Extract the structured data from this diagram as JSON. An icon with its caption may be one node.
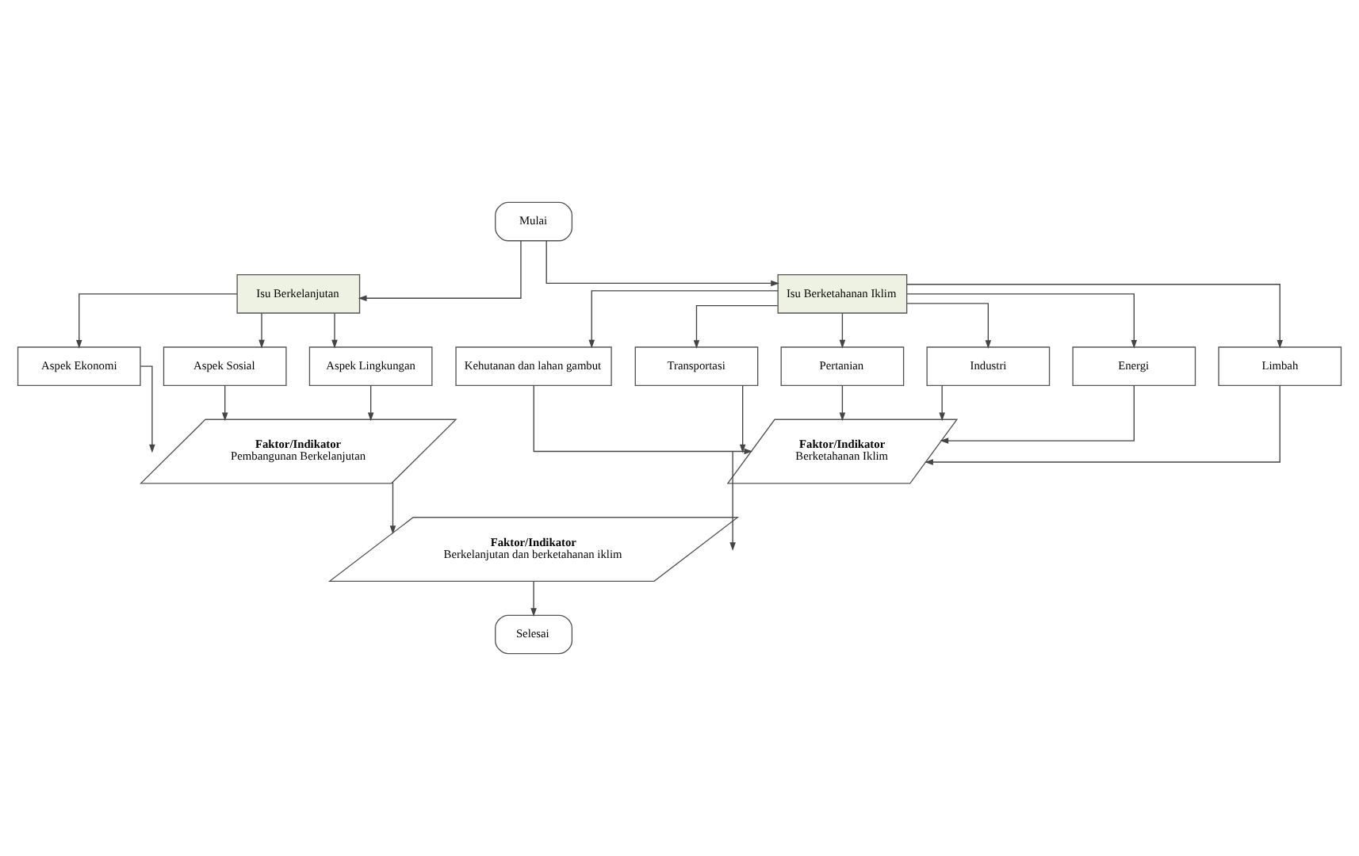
{
  "diagram": {
    "nodes": [
      {
        "text": [
          "Mulai"
        ]
      },
      {
        "text": [
          "Isu Berkelanjutan"
        ]
      },
      {
        "text": [
          "Isu Berketahanan Iklim"
        ]
      },
      {
        "text": [
          "Aspek Ekonomi"
        ]
      },
      {
        "text": [
          "Aspek Sosial"
        ]
      },
      {
        "text": [
          "Aspek Lingkungan"
        ]
      },
      {
        "text": [
          "Faktor/Indikator",
          "Pembangunan Berkelanjutan"
        ]
      },
      {
        "text": [
          "Faktor/Indikator",
          "Berketahanan Iklim"
        ]
      },
      {
        "text": [
          "Kehutanan dan lahan gambut"
        ]
      },
      {
        "text": [
          "Transportasi"
        ]
      },
      {
        "text": [
          "Pertanian"
        ]
      },
      {
        "text": [
          "Industri"
        ]
      },
      {
        "text": [
          "Energi"
        ]
      },
      {
        "text": [
          "Limbah"
        ]
      },
      {
        "text": [
          "Faktor/Indikator",
          "Berkelanjutan dan berketahanan iklim"
        ]
      },
      {
        "text": [
          "Selesai"
        ]
      }
    ],
    "edges": [
      {
        "from": 0,
        "to": 1,
        "arrow": "to"
      },
      {
        "from": 0,
        "to": 2,
        "arrow": "to"
      },
      {
        "from": 1,
        "to": 3,
        "arrow": "to"
      },
      {
        "from": 1,
        "to": 4,
        "arrow": "to"
      },
      {
        "from": 1,
        "to": 5,
        "arrow": "to"
      },
      {
        "from": 2,
        "to": 8,
        "arrow": "to"
      },
      {
        "from": 2,
        "to": 9,
        "arrow": "to"
      },
      {
        "from": 2,
        "to": 10,
        "arrow": "to"
      },
      {
        "from": 2,
        "to": 11,
        "arrow": "to"
      },
      {
        "from": 2,
        "to": 12,
        "arrow": "to"
      },
      {
        "from": 2,
        "to": 13,
        "arrow": "to"
      },
      {
        "from": 3,
        "to": 6,
        "arrow": "to"
      },
      {
        "from": 4,
        "to": 6,
        "arrow": "to"
      },
      {
        "from": 5,
        "to": 6,
        "arrow": "to"
      },
      {
        "from": 8,
        "to": 7,
        "arrow": "to"
      },
      {
        "from": 9,
        "to": 7,
        "arrow": "to"
      },
      {
        "from": 10,
        "to": 7,
        "arrow": "to"
      },
      {
        "from": 11,
        "to": 7,
        "arrow": "to"
      },
      {
        "from": 12,
        "to": 7,
        "arrow": "to"
      },
      {
        "from": 13,
        "to": 7,
        "arrow": "to"
      },
      {
        "from": 6,
        "to": 14,
        "arrow": "to"
      },
      {
        "from": 7,
        "to": 14,
        "arrow": "to"
      },
      {
        "from": 14,
        "to": 15,
        "arrow": "to"
      }
    ]
  }
}
